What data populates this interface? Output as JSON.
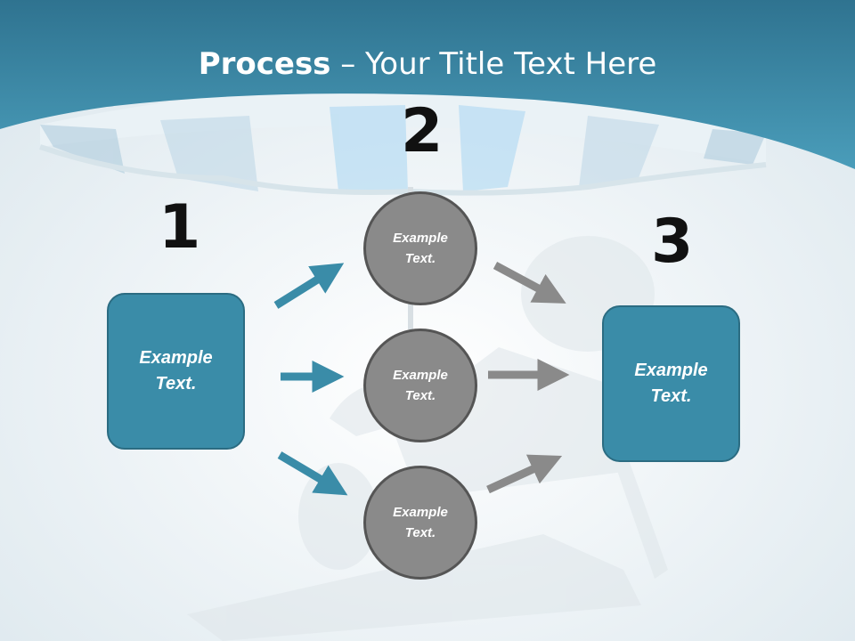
{
  "title": {
    "bold": "Process",
    "rest": " – Your Title Text Here"
  },
  "steps": [
    {
      "number": "1",
      "text_line1": "Example",
      "text_line2": "Text."
    },
    {
      "number": "2"
    },
    {
      "number": "3",
      "text_line1": "Example",
      "text_line2": "Text."
    }
  ],
  "circles": [
    {
      "text_line1": "Example",
      "text_line2": "Text."
    },
    {
      "text_line1": "Example",
      "text_line2": "Text."
    },
    {
      "text_line1": "Example",
      "text_line2": "Text."
    }
  ],
  "colors": {
    "header": "#3a8ca8",
    "box": "#3a8ca8",
    "circle": "#8a8a8a",
    "arrow_blue": "#3a8ca8",
    "arrow_gray": "#8a8a8a"
  }
}
